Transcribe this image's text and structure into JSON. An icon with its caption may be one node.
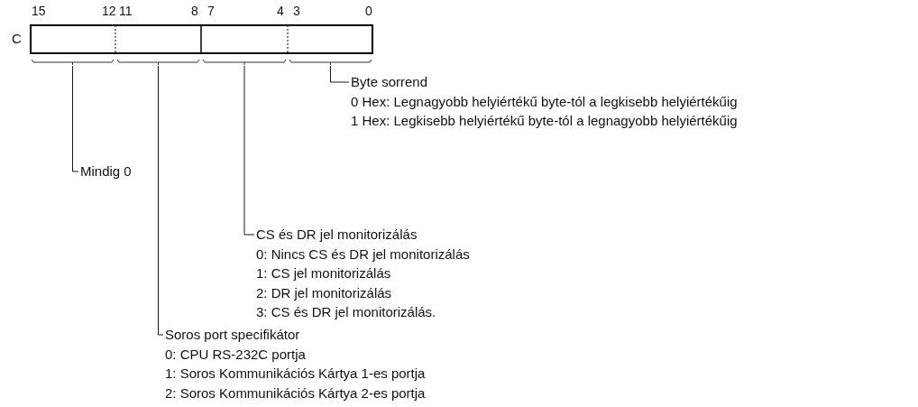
{
  "diagram": {
    "nodes": [
      {
        "text": [],
        "shape": "box",
        "beside": [
          "C"
        ]
      },
      {
        "text": [],
        "shape": "box"
      },
      {
        "text": [],
        "shape": "box"
      },
      {
        "text": [],
        "shape": "box"
      },
      {
        "text": [],
        "shape": "box"
      },
      {
        "text": [
          "Byte sorrend",
          "0 Hex: Legnagyobb helyiértékű byte-tól a legkisebb helyiértékűig",
          "1 Hex: Legkisebb helyiértékű byte-tól a legnagyobb helyiértékűig"
        ]
      },
      {
        "text": [
          "Mindig 0"
        ]
      },
      {
        "text": [
          "CS és DR jel monitorizálás",
          "0: Nincs CS és DR jel monitorizálás",
          "1: CS jel monitorizálás",
          "2: DR jel monitorizálás",
          "3: CS és DR jel monitorizálás."
        ]
      },
      {
        "text": [
          "Soros port specifikátor",
          "0: CPU RS-232C portja",
          "1: Soros Kommunikációs Kártya 1-es portja",
          "2: Soros Kommunikációs Kártya 2-es portja"
        ]
      }
    ],
    "edges": [
      {
        "from": 5,
        "to": 4,
        "arrow": "none"
      },
      {
        "from": 6,
        "to": 1,
        "arrow": "none"
      },
      {
        "from": 7,
        "to": 3,
        "arrow": "none"
      },
      {
        "from": 8,
        "to": 2,
        "arrow": "none"
      }
    ],
    "labels": [
      "15",
      "12",
      "11",
      "8",
      "7",
      "4",
      "3",
      "0"
    ]
  }
}
